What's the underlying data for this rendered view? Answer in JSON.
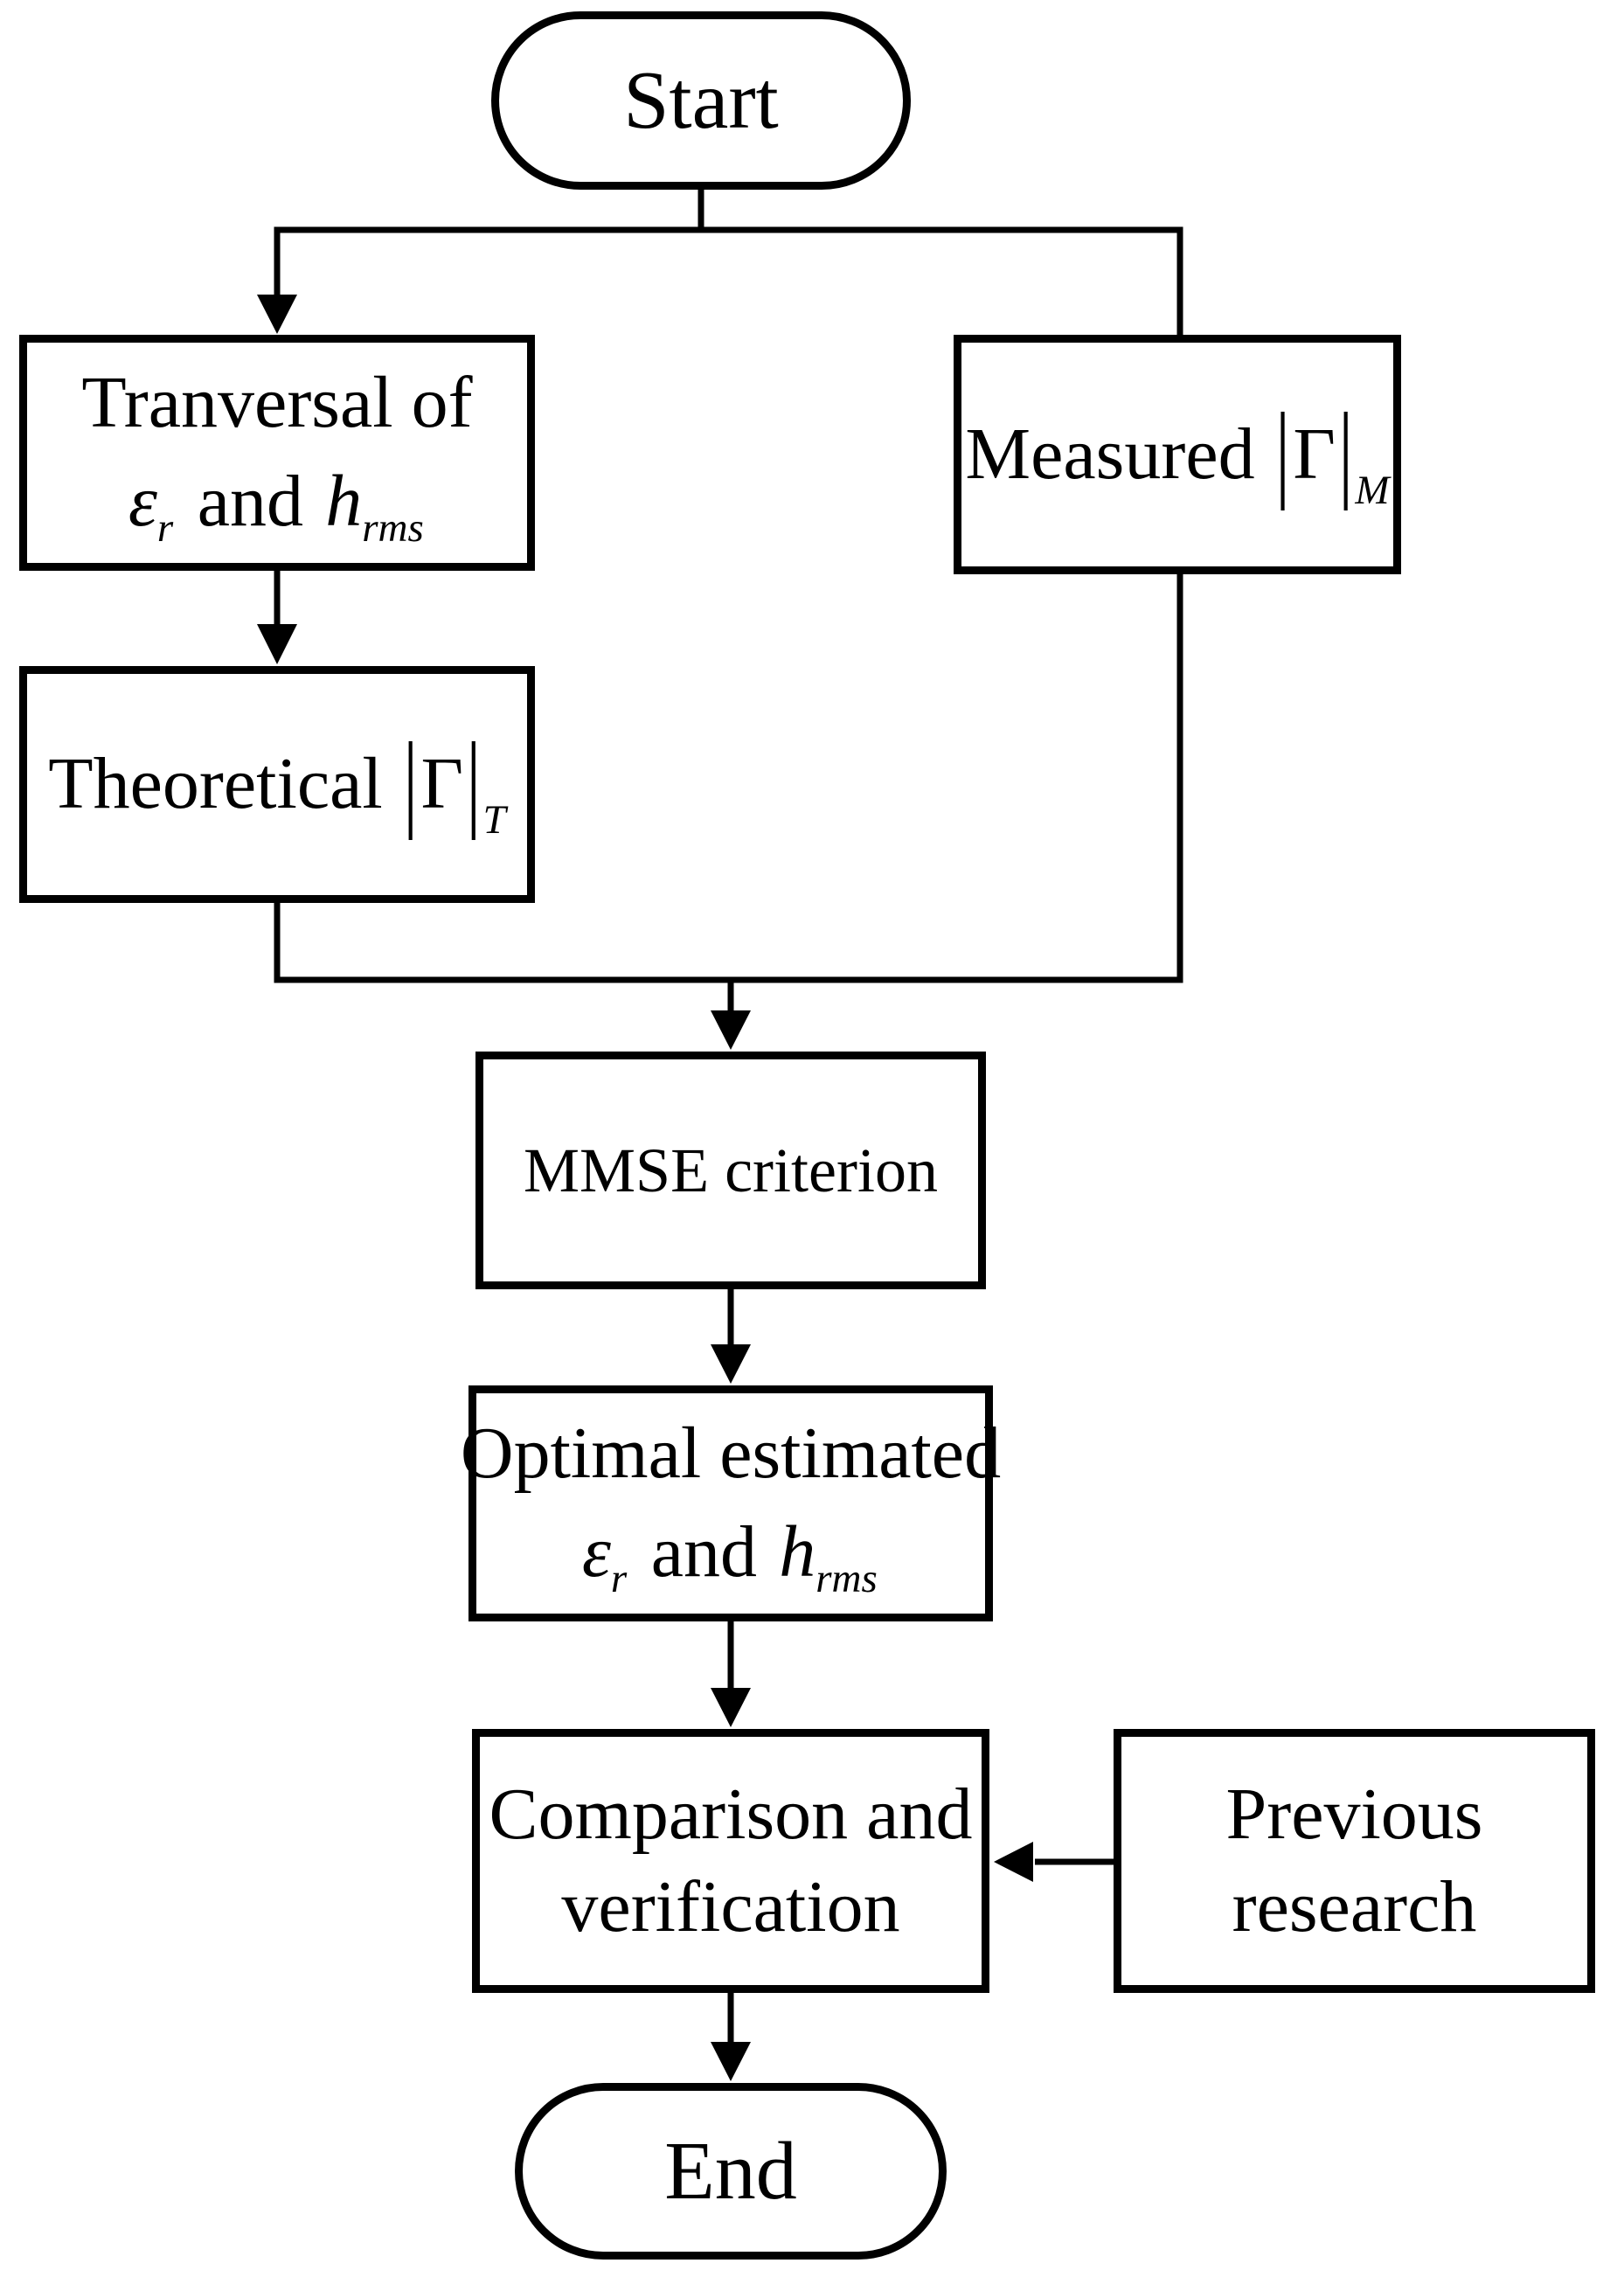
{
  "diagram": {
    "colors": {
      "stroke": "#000000",
      "background": "#ffffff"
    },
    "nodes": {
      "start": {
        "shape": "terminator",
        "label": "Start"
      },
      "traversal": {
        "shape": "process",
        "line1": "Tranversal of",
        "epsilon": "ε",
        "epsilon_sub": "r",
        "conjunction": "and",
        "h": "h",
        "h_sub": "rms"
      },
      "measured": {
        "shape": "process",
        "prefix": "Measured",
        "bar": "|",
        "gamma": "Γ",
        "sub": "M"
      },
      "theoretical": {
        "shape": "process",
        "prefix": "Theoretical",
        "bar": "|",
        "gamma": "Γ",
        "sub": "T"
      },
      "mmse": {
        "shape": "process",
        "label": "MMSE criterion"
      },
      "optimal": {
        "shape": "process",
        "line1": "Optimal estimated",
        "epsilon": "ε",
        "epsilon_sub": "r",
        "conjunction": "and",
        "h": "h",
        "h_sub": "rms"
      },
      "comparison": {
        "shape": "process",
        "line1": "Comparison and",
        "line2": "verification"
      },
      "previous": {
        "shape": "process",
        "line1": "Previous",
        "line2": "research"
      },
      "end": {
        "shape": "terminator",
        "label": "End"
      }
    },
    "edges": [
      {
        "from": "start",
        "to": "traversal",
        "arrowhead": true
      },
      {
        "from": "start",
        "to": "measured",
        "arrowhead": false
      },
      {
        "from": "traversal",
        "to": "theoretical",
        "arrowhead": true
      },
      {
        "from": "theoretical",
        "to": "mmse",
        "arrowhead": true
      },
      {
        "from": "measured",
        "to": "mmse",
        "arrowhead": true
      },
      {
        "from": "mmse",
        "to": "optimal",
        "arrowhead": true
      },
      {
        "from": "optimal",
        "to": "comparison",
        "arrowhead": true
      },
      {
        "from": "previous",
        "to": "comparison",
        "arrowhead": true
      },
      {
        "from": "comparison",
        "to": "end",
        "arrowhead": true
      }
    ]
  }
}
